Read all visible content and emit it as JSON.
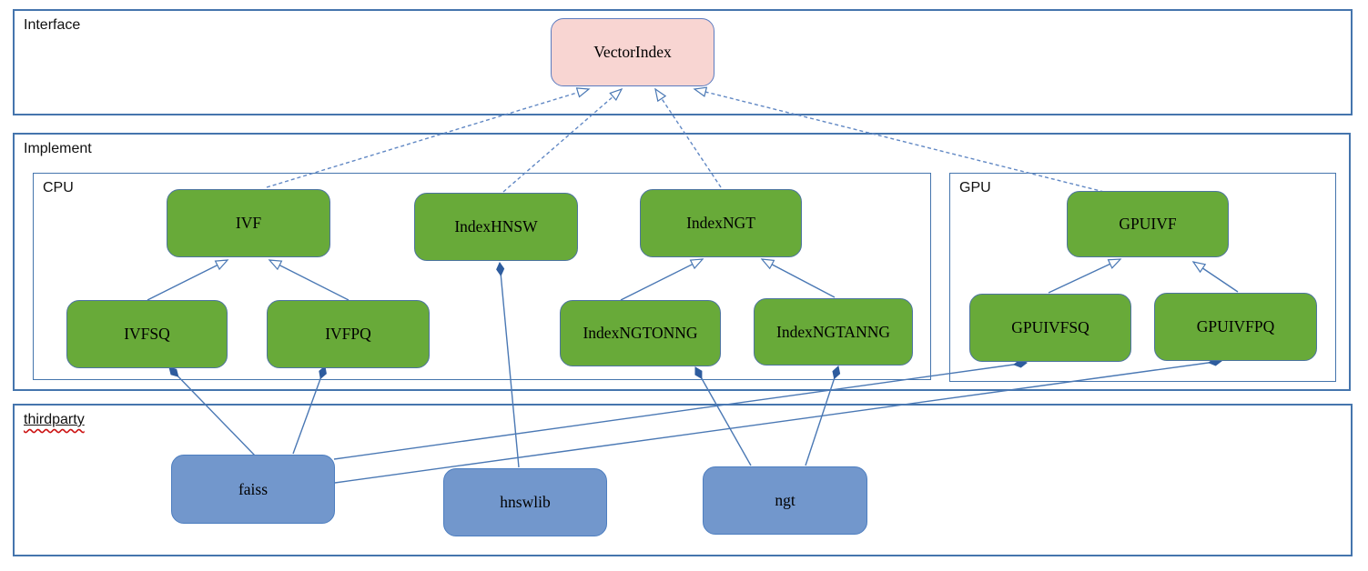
{
  "diagram": {
    "sections": {
      "interface": {
        "label": "Interface"
      },
      "implement": {
        "label": "Implement"
      },
      "cpu": {
        "label": "CPU"
      },
      "gpu": {
        "label": "GPU"
      },
      "thirdparty": {
        "label": "thirdparty"
      }
    },
    "nodes": {
      "vectorindex": {
        "label": "VectorIndex",
        "kind": "interface"
      },
      "ivf": {
        "label": "IVF",
        "kind": "cpu-class"
      },
      "indexhnsw": {
        "label": "IndexHNSW",
        "kind": "cpu-class"
      },
      "indexngt": {
        "label": "IndexNGT",
        "kind": "cpu-class"
      },
      "gpuivf": {
        "label": "GPUIVF",
        "kind": "gpu-class"
      },
      "ivfsq": {
        "label": "IVFSQ",
        "kind": "cpu-class"
      },
      "ivfpq": {
        "label": "IVFPQ",
        "kind": "cpu-class"
      },
      "indexngtonng": {
        "label": "IndexNGTONNG",
        "kind": "cpu-class"
      },
      "indexngtanng": {
        "label": "IndexNGTANNG",
        "kind": "cpu-class"
      },
      "gpuivfsq": {
        "label": "GPUIVFSQ",
        "kind": "gpu-class"
      },
      "gpuivfpq": {
        "label": "GPUIVFPQ",
        "kind": "gpu-class"
      },
      "faiss": {
        "label": "faiss",
        "kind": "thirdparty-lib"
      },
      "hnswlib": {
        "label": "hnswlib",
        "kind": "thirdparty-lib"
      },
      "ngt": {
        "label": "ngt",
        "kind": "thirdparty-lib"
      }
    },
    "relationships": [
      {
        "from": "IVF",
        "to": "VectorIndex",
        "type": "realization-dashed-hollow-arrow"
      },
      {
        "from": "IndexHNSW",
        "to": "VectorIndex",
        "type": "realization-dashed-hollow-arrow"
      },
      {
        "from": "IndexNGT",
        "to": "VectorIndex",
        "type": "realization-dashed-hollow-arrow"
      },
      {
        "from": "GPUIVF",
        "to": "VectorIndex",
        "type": "realization-dashed-hollow-arrow"
      },
      {
        "from": "IVFSQ",
        "to": "IVF",
        "type": "generalization-hollow-arrow"
      },
      {
        "from": "IVFPQ",
        "to": "IVF",
        "type": "generalization-hollow-arrow"
      },
      {
        "from": "IndexNGTONNG",
        "to": "IndexNGT",
        "type": "generalization-hollow-arrow"
      },
      {
        "from": "IndexNGTANNG",
        "to": "IndexNGT",
        "type": "generalization-hollow-arrow"
      },
      {
        "from": "GPUIVFSQ",
        "to": "GPUIVF",
        "type": "generalization-hollow-arrow"
      },
      {
        "from": "GPUIVFPQ",
        "to": "GPUIVF",
        "type": "generalization-hollow-arrow"
      },
      {
        "from": "faiss",
        "to": "IVFSQ",
        "type": "composition-filled-diamond"
      },
      {
        "from": "faiss",
        "to": "IVFPQ",
        "type": "composition-filled-diamond"
      },
      {
        "from": "faiss",
        "to": "GPUIVFSQ",
        "type": "composition-filled-diamond"
      },
      {
        "from": "faiss",
        "to": "GPUIVFPQ",
        "type": "composition-filled-diamond"
      },
      {
        "from": "hnswlib",
        "to": "IndexHNSW",
        "type": "composition-filled-diamond"
      },
      {
        "from": "ngt",
        "to": "IndexNGTONNG",
        "type": "composition-filled-diamond"
      },
      {
        "from": "ngt",
        "to": "IndexNGTANNG",
        "type": "composition-filled-diamond"
      }
    ],
    "colors": {
      "section_border": "#4575ad",
      "connector": "#4a78b4",
      "dashed_connector": "#6188c4",
      "green_fill": "#68aa39",
      "pink_fill": "#f8d5d2",
      "blue_fill": "#7297cc",
      "diamond_fill": "#2e5c9e",
      "spellcheck_wave": "#cc1111",
      "text": "#000000"
    }
  }
}
